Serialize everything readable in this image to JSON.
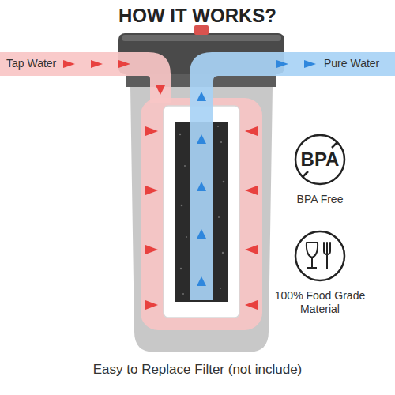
{
  "diagram": {
    "title": "HOW IT WORKS?",
    "caption": "Easy to Replace Filter (not include)",
    "nodes": [
      {
        "text": [
          "BPA",
          "BPA Free"
        ]
      },
      {
        "text": [
          "100% Food Grade Material"
        ]
      }
    ],
    "labels": [
      "Tap Water",
      "Pure Water"
    ]
  }
}
